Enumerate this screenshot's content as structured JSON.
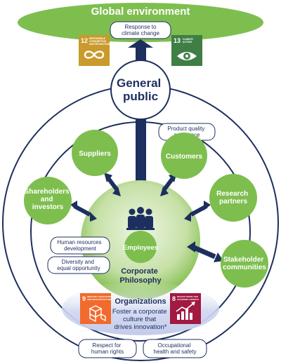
{
  "colors": {
    "green": "#7ebe4f",
    "light_green": "#c6e0a6",
    "navy": "#1d2f5e",
    "sdg12": "#c99a2c",
    "sdg13": "#3f7e45",
    "sdg9": "#f26a2d",
    "sdg8": "#a21942"
  },
  "top": {
    "title": "Global environment",
    "response_label": "Response to climate change"
  },
  "sdgs": {
    "sdg12": {
      "number": "12",
      "title": "RESPONSIBLE CONSUMPTION AND PRODUCTION",
      "icon": "infinity-icon"
    },
    "sdg13": {
      "number": "13",
      "title": "CLIMATE ACTION",
      "icon": "eye-globe-icon"
    },
    "sdg9": {
      "number": "9",
      "title": "INDUSTRY, INNOVATION AND INFRASTRUCTURE",
      "icon": "cubes-icon"
    },
    "sdg8": {
      "number": "8",
      "title": "DECENT WORK AND ECONOMIC GROWTH",
      "icon": "growth-chart-icon"
    }
  },
  "general_public": {
    "line1": "General",
    "line2": "public"
  },
  "product_quality": {
    "line1": "Product quality",
    "line2": "assurance"
  },
  "stakeholders": {
    "suppliers": "Suppliers",
    "customers": "Customers",
    "shareholders": [
      "Shareholders",
      "and",
      "investors"
    ],
    "research": [
      "Research",
      "partners"
    ],
    "communities": [
      "Stakeholder",
      "communities"
    ]
  },
  "center": {
    "employees": "Employees",
    "philosophy_line1": "Corporate",
    "philosophy_line2": "Philosophy",
    "organizations": "Organizations",
    "foster_line1": "Foster a corporate",
    "foster_line2": "culture that",
    "foster_line3": "drives innovation*"
  },
  "labels": {
    "hr": [
      "Human resources",
      "development"
    ],
    "diversity": [
      "Diversity and",
      "equal opportunity"
    ],
    "human_rights": [
      "Respect for",
      "human rights"
    ],
    "safety": [
      "Occupational",
      "health and safety"
    ]
  }
}
